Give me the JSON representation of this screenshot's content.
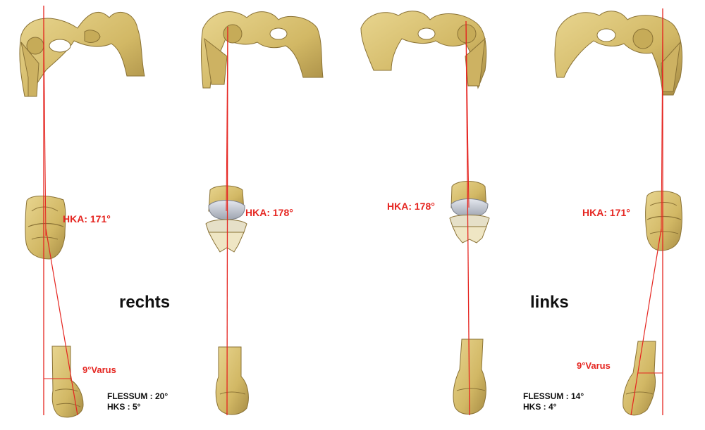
{
  "figure": {
    "colors": {
      "bone": "#d9c27a",
      "bone_shadow": "#9c8440",
      "axis_line": "#e52520",
      "implant": "#c9cdd6",
      "text": "#111111"
    },
    "panels": [
      {
        "id": "right-preop",
        "hka_label": "HKA: 171°",
        "varus_label": "9°Varus",
        "flessum_label": "FLESSUM : 20°",
        "hks_label": "HKS : 5°"
      },
      {
        "id": "right-postop",
        "hka_label": "HKA: 178°"
      },
      {
        "id": "left-postop",
        "hka_label": "HKA: 178°"
      },
      {
        "id": "left-preop",
        "hka_label": "HKA: 171°",
        "varus_label": "9°Varus",
        "flessum_label": "FLESSUM : 14°",
        "hks_label": "HKS : 4°"
      }
    ],
    "side_labels": {
      "right": "rechts",
      "left": "links"
    }
  }
}
